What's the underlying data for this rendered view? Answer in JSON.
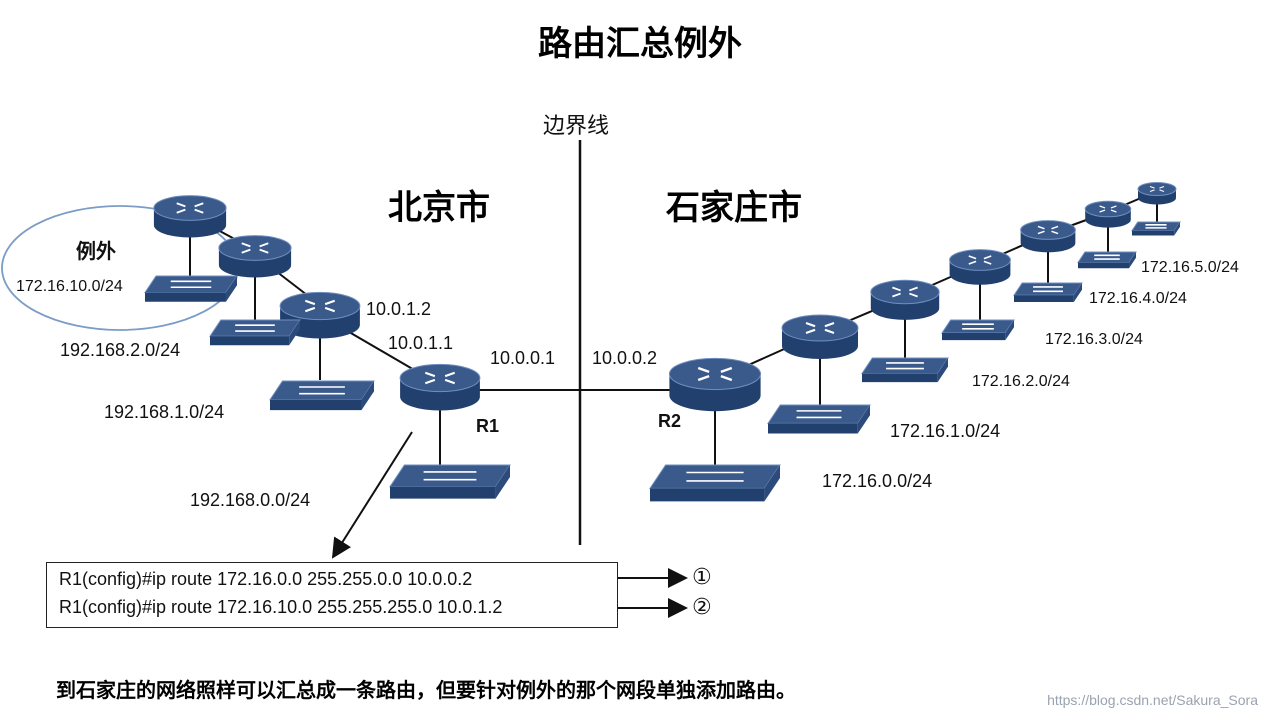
{
  "title": "路由汇总例外",
  "boundary_label": "边界线",
  "cities": {
    "left": "北京市",
    "right": "石家庄市"
  },
  "exception_label": "例外",
  "routers": {
    "r1": "R1",
    "r2": "R2"
  },
  "ip_labels": {
    "r1_r3_near": "10.0.1.2",
    "r1_r3_far": "10.0.1.1",
    "r1_wan": "10.0.0.1",
    "r2_wan": "10.0.0.2"
  },
  "subnets": {
    "n172_16_10": "172.16.10.0/24",
    "n192_168_2": "192.168.2.0/24",
    "n192_168_1": "192.168.1.0/24",
    "n192_168_0": "192.168.0.0/24",
    "n172_16_0": "172.16.0.0/24",
    "n172_16_1": "172.16.1.0/24",
    "n172_16_2": "172.16.2.0/24",
    "n172_16_3": "172.16.3.0/24",
    "n172_16_4": "172.16.4.0/24",
    "n172_16_5": "172.16.5.0/24"
  },
  "commands": [
    {
      "text": "R1(config)#ip route 172.16.0.0 255.255.0.0 10.0.0.2",
      "marker": "①"
    },
    {
      "text": "R1(config)#ip route 172.16.10.0 255.255.255.0 10.0.1.2",
      "marker": "②"
    }
  ],
  "footer": "到石家庄的网络照样可以汇总成一条路由，但要针对例外的那个网段单独添加路由。",
  "watermark": "https://blog.csdn.net/Sakura_Sora",
  "colors": {
    "device": "#3b5a8c",
    "device_dark": "#22406e",
    "device_light": "#6f8fc0",
    "ellipse": "#7a9cc6"
  }
}
